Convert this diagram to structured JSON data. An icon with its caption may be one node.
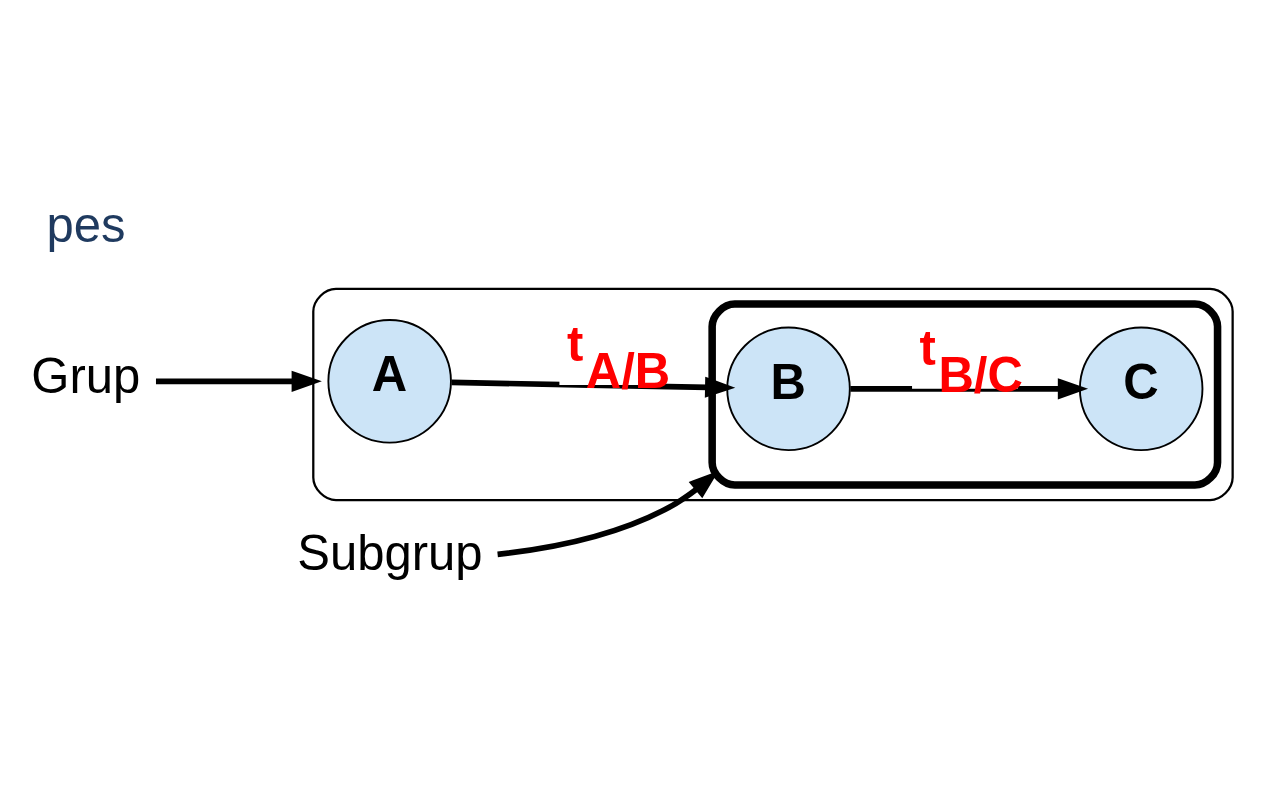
{
  "diagram": {
    "nodes": [
      {
        "text": [
          "Grup"
        ]
      },
      {
        "text": [],
        "shape": "ellipse"
      },
      {
        "text": [],
        "shape": "ellipse",
        "in": 1
      },
      {
        "text": [
          "A"
        ],
        "in": 1
      },
      {
        "text": [
          "B"
        ],
        "in": 2
      },
      {
        "text": [
          "C"
        ],
        "in": 2
      },
      {
        "text": [
          "Subgrup"
        ]
      }
    ],
    "edges": [
      {
        "from": 0,
        "to": 1,
        "arrow": "to"
      },
      {
        "from": 3,
        "to": 4,
        "arrow": "to",
        "label": "t$_{A/B}$"
      },
      {
        "from": 4,
        "to": 5,
        "arrow": "to",
        "label": "t$_{B/C}$"
      },
      {
        "from": 6,
        "to": 2,
        "arrow": "to"
      }
    ],
    "labels": [
      "pes"
    ]
  }
}
